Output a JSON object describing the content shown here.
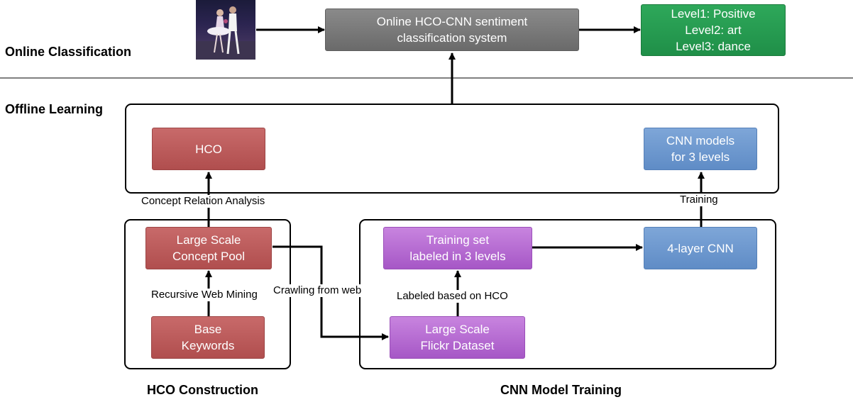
{
  "sections": {
    "online": "Online Classification",
    "offline": "Offline Learning",
    "hco_construction": "HCO Construction",
    "cnn_training": "CNN Model Training"
  },
  "nodes": {
    "online_system": [
      "Online HCO-CNN sentiment",
      "classification system"
    ],
    "result": [
      "Level1: Positive",
      "Level2: art",
      "Level3: dance"
    ],
    "hco": [
      "HCO"
    ],
    "cnn_models": [
      "CNN models",
      "for 3 levels"
    ],
    "concept_pool": [
      "Large Scale",
      "Concept Pool"
    ],
    "base_keywords": [
      "Base",
      "Keywords"
    ],
    "training_set": [
      "Training set",
      "labeled in 3 levels"
    ],
    "flickr_dataset": [
      "Large Scale",
      "Flickr Dataset"
    ],
    "cnn4": [
      "4-layer CNN"
    ]
  },
  "edge_labels": {
    "concept_relation": "Concept Relation Analysis",
    "training": "Training",
    "recursive_mining": "Recursive Web Mining",
    "crawling": "Crawling from web",
    "labeled_hco": "Labeled based on HCO"
  },
  "colors": {
    "hco_boxes": "#b85656",
    "cnn_boxes": "#6a95cc",
    "data_boxes": "#b066cf",
    "system_box": "#777777",
    "result_box": "#23994f"
  }
}
